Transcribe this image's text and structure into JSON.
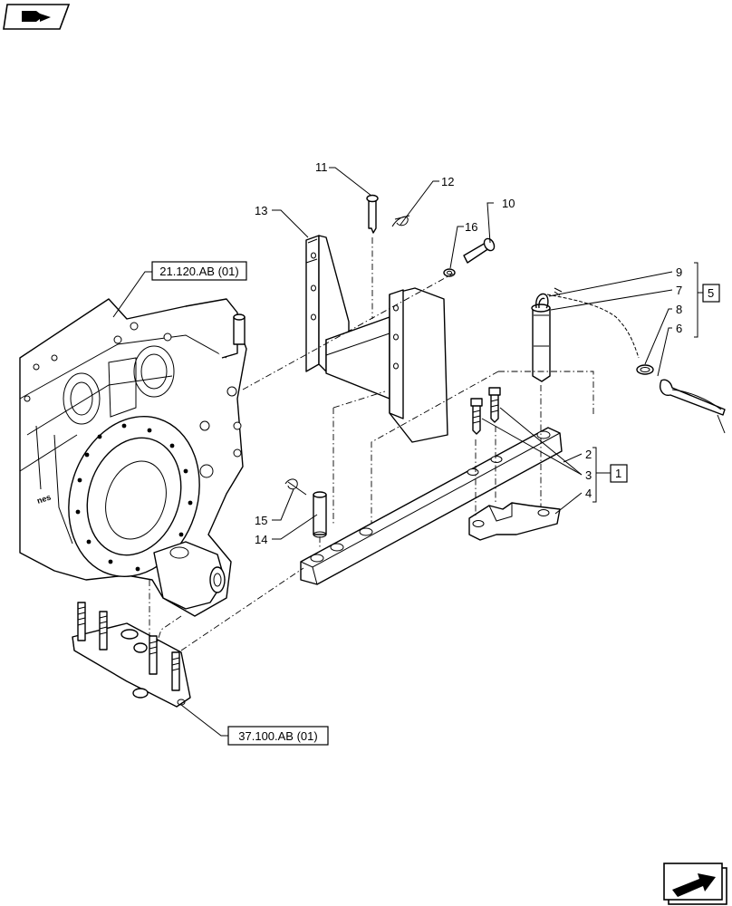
{
  "nav": {
    "prev_icon": "book-arrow-icon",
    "next_icon": "page-next-arrow-icon"
  },
  "references": {
    "gearbox": "21.120.AB (01)",
    "bracket": "37.100.AB (01)"
  },
  "callouts": {
    "c1": "1",
    "c2": "2",
    "c3": "3",
    "c4": "4",
    "c5": "5",
    "c6": "6",
    "c7": "7",
    "c8": "8",
    "c9": "9",
    "c10": "10",
    "c11": "11",
    "c12": "12",
    "c13": "13",
    "c14": "14",
    "c15": "15",
    "c16": "16"
  }
}
